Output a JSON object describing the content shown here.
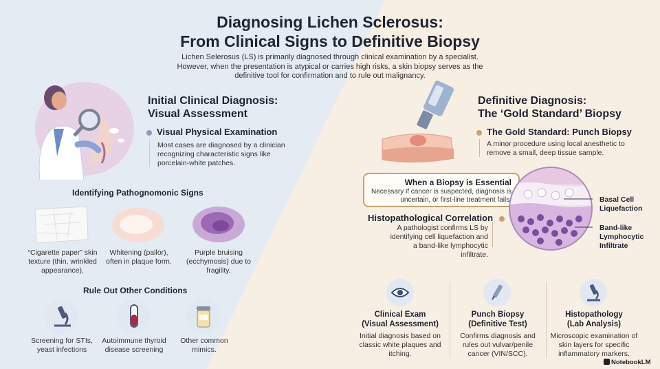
{
  "title_line1": "Diagnosing Lichen Sclerosus:",
  "title_line2": "From Clinical Signs to Definitive Biopsy",
  "subtitle": "Lichen Selerosus (LS) is primarily diagnosed through clinical examination by a specialist. However, when the presentation is atypical or carries high risks, a skin biopsy serves as the definitive tool for confirmation and to rule out malignancy.",
  "left": {
    "heading_line1": "Initial Clinical Diagnosis:",
    "heading_line2": "Visual Assessment",
    "visual_exam_title": "Visual Physical Examination",
    "visual_exam_text": "Most cases are diagnosed by a clinician recognizing characteristic signs like porcelain-white patches.",
    "signs_heading": "Identifying Pathognomonic Signs",
    "signs": [
      "“Cigarette paper” skin texture (thin, wrinkled appearance).",
      "Whitening (pallor), often in plaque form.",
      "Purple bruising (ecchymosis) due to fragility."
    ],
    "ruleout_heading": "Rule Out Other Conditions",
    "ruleout": [
      "Screening for STIs, yeast infections",
      "Autoimmune thyroid disease screening",
      "Other common mimics."
    ]
  },
  "right": {
    "heading_line1": "Definitive Diagnosis:",
    "heading_line2": "The ‘Gold Standard’ Biopsy",
    "punch_title": "The Gold Standard: Punch Biopsy",
    "punch_text": "A minor procedure using local anesthetic to remove a small, deep tissue sample.",
    "essential_title": "When a Biopsy is Essential",
    "essential_text": "Necessary if cancer is suspected, diagnosis is uncertain, or first-line treatment fails.",
    "histo_title": "Histopathological Correlation",
    "histo_text": "A pathologist confirms LS by identifying cell liquefaction and a band-like lymphocytic infiltrate.",
    "label_basal": "Basal Cell Liquefaction",
    "label_band": "Band-like Lymphocytic Infiltrate"
  },
  "summary": [
    {
      "title_line1": "Clinical Exam",
      "title_line2": "(Visual Assessment)",
      "text": "Initial diagnosis based on classic white plaques and itching."
    },
    {
      "title_line1": "Punch Biopsy",
      "title_line2": "(Definitive Test)",
      "text": "Confirms diagnosis and rules out vulvar/penile cancer (VIN/SCC)."
    },
    {
      "title_line1": "Histopathology",
      "title_line2": "(Lab Analysis)",
      "text": "Microscopic examination of skin layers for specific inflammatory markers."
    }
  ],
  "brand": "NotebookLM",
  "colors": {
    "left_bg": "#e4ebf3",
    "right_bg": "#f7eee4",
    "left_accent": "#8a9cc4",
    "right_accent": "#c8a26a",
    "purple": "#8a5aa8"
  }
}
